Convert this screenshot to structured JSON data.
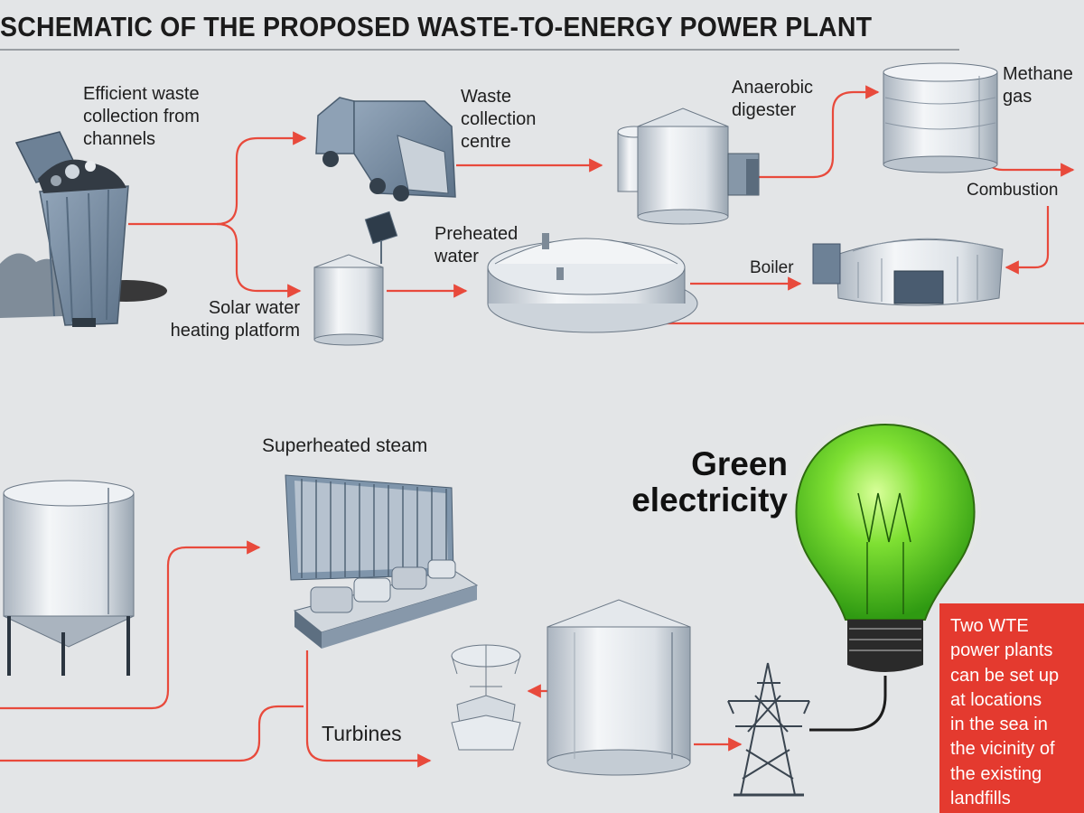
{
  "title": "SCHEMATIC OF THE PROPOSED WASTE-TO-ENERGY POWER PLANT",
  "labels": {
    "waste_collection": "Efficient waste\ncollection from\nchannels",
    "waste_centre": "Waste\ncollection\ncentre",
    "anaerobic_digester": "Anaerobic\ndigester",
    "methane_gas": "Methane\ngas",
    "combustion": "Combustion",
    "preheated_water": "Preheated\nwater",
    "boiler": "Boiler",
    "solar_platform": "Solar water\nheating platform",
    "superheated_steam": "Superheated steam",
    "turbines": "Turbines",
    "green_electricity": "Green\nelectricity"
  },
  "note": "Two WTE\npower plants\ncan be set up\nat locations\nin the sea in\nthe vicinity of\nthe existing\nlandfills",
  "colors": {
    "arrow": "#e84a3c",
    "background": "#e3e5e7",
    "note_bg": "#e43a2f",
    "note_text": "#ffffff",
    "bulb_green": "#6fd62b",
    "equipment": "#7f95ab"
  },
  "icons": {
    "waste_bin": "waste-bin-icon",
    "truck": "garbage-truck-icon",
    "digester": "anaerobic-digester-icon",
    "gas_tank": "methane-gas-tank-icon",
    "solar_tank": "solar-water-heater-icon",
    "preheated_tank": "preheated-water-tank-icon",
    "boiler": "boiler-icon",
    "storage_tank": "storage-tank-icon",
    "steam_unit": "superheated-steam-unit-icon",
    "turbine": "turbine-icon",
    "water_tank": "water-tank-icon",
    "pylon": "power-pylon-icon",
    "bulb": "light-bulb-icon"
  }
}
